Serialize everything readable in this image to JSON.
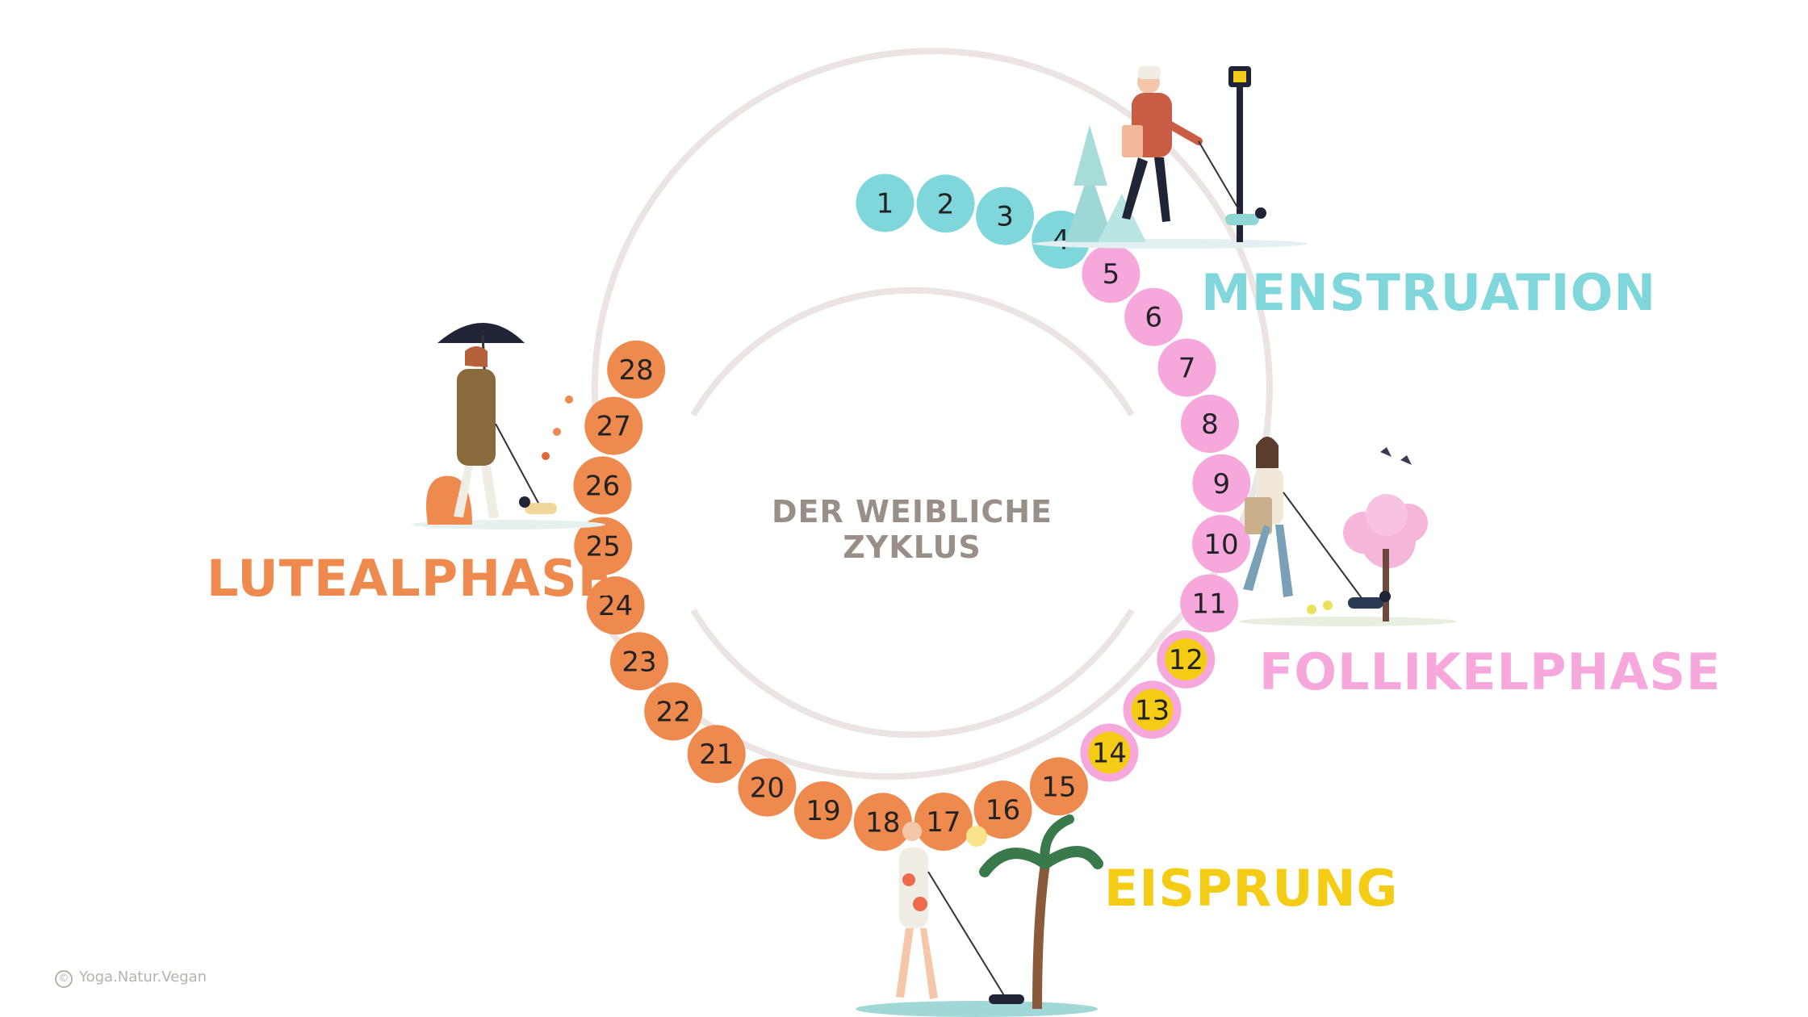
{
  "title": "DER WEIBLICHE ZYKLUS",
  "copyright": "Yoga.Natur.Vegan",
  "copyright_symbol": "©",
  "phases": {
    "menstruation": {
      "label": "MENSTRUATION",
      "color": "#7fd7dc"
    },
    "follikel": {
      "label": "FOLLIKELPHASE",
      "color": "#f6a8dc"
    },
    "eisprung": {
      "label": "EISPRUNG",
      "color": "#f5cc15"
    },
    "luteal": {
      "label": "LUTEALPHASE",
      "color": "#ee8a4d"
    }
  },
  "days": [
    {
      "n": "1",
      "phase": "menstruation"
    },
    {
      "n": "2",
      "phase": "menstruation"
    },
    {
      "n": "3",
      "phase": "menstruation"
    },
    {
      "n": "4",
      "phase": "menstruation"
    },
    {
      "n": "5",
      "phase": "follikel"
    },
    {
      "n": "6",
      "phase": "follikel"
    },
    {
      "n": "7",
      "phase": "follikel"
    },
    {
      "n": "8",
      "phase": "follikel"
    },
    {
      "n": "9",
      "phase": "follikel"
    },
    {
      "n": "10",
      "phase": "follikel"
    },
    {
      "n": "11",
      "phase": "follikel"
    },
    {
      "n": "12",
      "phase": "eisprung"
    },
    {
      "n": "13",
      "phase": "eisprung"
    },
    {
      "n": "14",
      "phase": "eisprung"
    },
    {
      "n": "15",
      "phase": "luteal"
    },
    {
      "n": "16",
      "phase": "luteal"
    },
    {
      "n": "17",
      "phase": "luteal"
    },
    {
      "n": "18",
      "phase": "luteal"
    },
    {
      "n": "19",
      "phase": "luteal"
    },
    {
      "n": "20",
      "phase": "luteal"
    },
    {
      "n": "21",
      "phase": "luteal"
    },
    {
      "n": "22",
      "phase": "luteal"
    },
    {
      "n": "23",
      "phase": "luteal"
    },
    {
      "n": "24",
      "phase": "luteal"
    },
    {
      "n": "25",
      "phase": "luteal"
    },
    {
      "n": "26",
      "phase": "luteal"
    },
    {
      "n": "27",
      "phase": "luteal"
    },
    {
      "n": "28",
      "phase": "luteal"
    }
  ],
  "colors": {
    "ring": "#ece4e2",
    "day_text": "#222222",
    "egg_ring": "#f6a8dc",
    "egg_fill": "#f5cc15"
  }
}
